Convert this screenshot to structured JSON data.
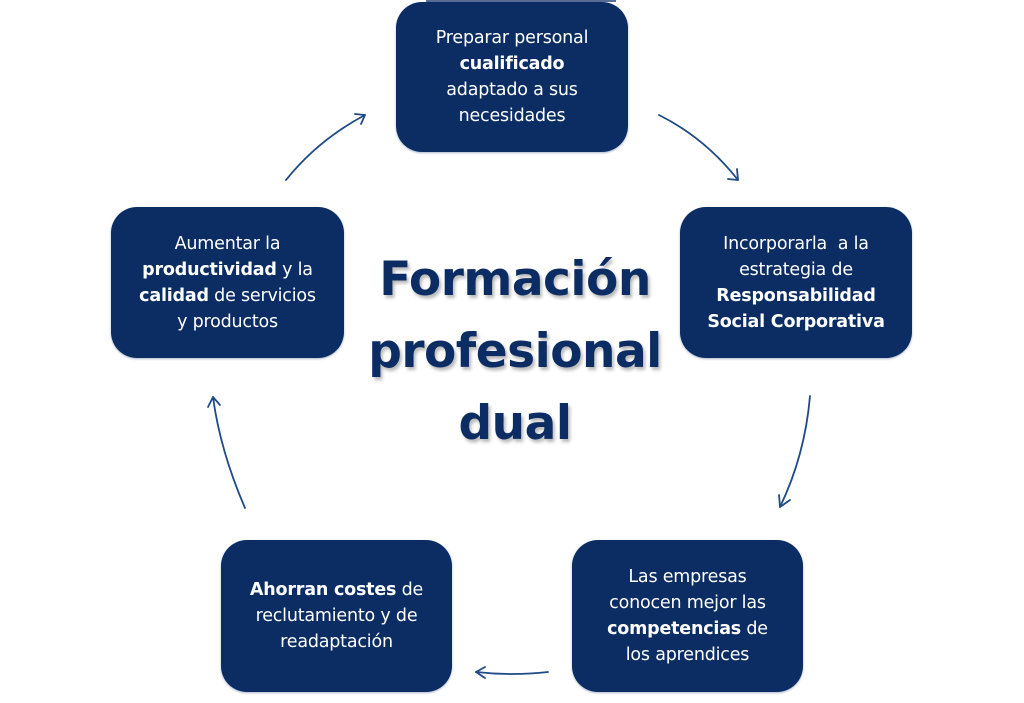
{
  "diagram": {
    "type": "cycle",
    "colors": {
      "box_fill": "#0b2d63",
      "box_text": "#ffffff",
      "title_text": "#0b2d63",
      "arrow": "#1f4b86",
      "background": "#ffffff"
    },
    "center_title": {
      "lines": [
        "Formación",
        "profesional",
        "dual"
      ]
    },
    "nodes": [
      {
        "id": "top",
        "lines": [
          [
            {
              "text": "Preparar personal",
              "bold": false
            }
          ],
          [
            {
              "text": "cualificado",
              "bold": true
            }
          ],
          [
            {
              "text": "adaptado a sus",
              "bold": false
            }
          ],
          [
            {
              "text": "necesidades",
              "bold": false
            }
          ]
        ]
      },
      {
        "id": "right",
        "lines": [
          [
            {
              "text": "Incorporarla  a la",
              "bold": false
            }
          ],
          [
            {
              "text": "estrategia de",
              "bold": false
            }
          ],
          [
            {
              "text": "Responsabilidad",
              "bold": true
            }
          ],
          [
            {
              "text": "Social Corporativa",
              "bold": true
            }
          ]
        ]
      },
      {
        "id": "bottom-right",
        "lines": [
          [
            {
              "text": "Las empresas",
              "bold": false
            }
          ],
          [
            {
              "text": "conocen mejor las",
              "bold": false
            }
          ],
          [
            {
              "text": "competencias",
              "bold": true
            },
            {
              "text": " de",
              "bold": false
            }
          ],
          [
            {
              "text": "los aprendices",
              "bold": false
            }
          ]
        ]
      },
      {
        "id": "bottom-left",
        "lines": [
          [
            {
              "text": "Ahorran costes",
              "bold": true
            },
            {
              "text": " de",
              "bold": false
            }
          ],
          [
            {
              "text": "reclutamiento y de",
              "bold": false
            }
          ],
          [
            {
              "text": "readaptación",
              "bold": false
            }
          ]
        ]
      },
      {
        "id": "left",
        "lines": [
          [
            {
              "text": "Aumentar la",
              "bold": false
            }
          ],
          [
            {
              "text": "productividad",
              "bold": true
            },
            {
              "text": " y la",
              "bold": false
            }
          ],
          [
            {
              "text": "calidad",
              "bold": true
            },
            {
              "text": " de servicios",
              "bold": false
            }
          ],
          [
            {
              "text": "y productos",
              "bold": false
            }
          ]
        ]
      }
    ],
    "edges": [
      {
        "from": "top",
        "to": "right",
        "direction": "clockwise"
      },
      {
        "from": "right",
        "to": "bottom-right",
        "direction": "clockwise"
      },
      {
        "from": "bottom-right",
        "to": "bottom-left",
        "direction": "clockwise"
      },
      {
        "from": "bottom-left",
        "to": "left",
        "direction": "clockwise"
      },
      {
        "from": "left",
        "to": "top",
        "direction": "clockwise"
      }
    ]
  },
  "text": {
    "top": {
      "l1": "Preparar personal",
      "l2": "cualificado",
      "l3": "adaptado a sus",
      "l4": "necesidades"
    },
    "right": {
      "l1": "Incorporarla  a la",
      "l2": "estrategia de",
      "l3": "Responsabilidad",
      "l4": "Social Corporativa"
    },
    "bottom_right": {
      "l1": "Las empresas",
      "l2": "conocen mejor las",
      "l3_bold": "competencias",
      "l3_rest": " de",
      "l4": "los aprendices"
    },
    "bottom_left": {
      "l1_bold": "Ahorran costes",
      "l1_rest": " de",
      "l2": "reclutamiento y de",
      "l3": "readaptación"
    },
    "left": {
      "l1": "Aumentar la",
      "l2_bold": "productividad",
      "l2_rest": " y la",
      "l3_bold": "calidad",
      "l3_rest": " de servicios",
      "l4": "y productos"
    },
    "center": {
      "l1": "Formación",
      "l2": "profesional",
      "l3": "dual"
    }
  }
}
